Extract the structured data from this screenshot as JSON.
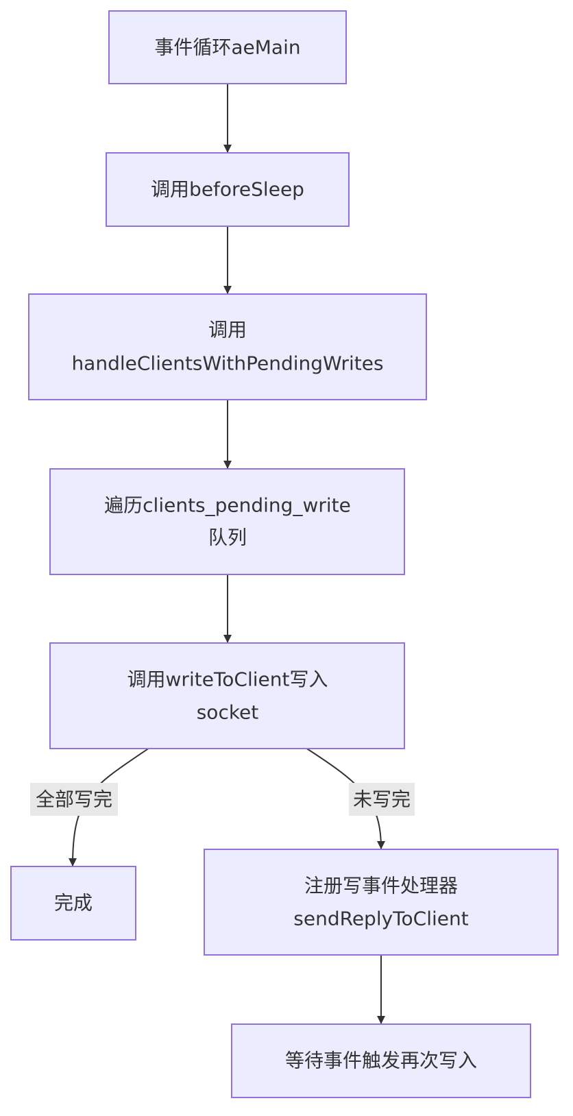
{
  "nodes": {
    "event_loop": {
      "line1": "事件循环aeMain"
    },
    "before_sleep": {
      "line1": "调用beforeSleep"
    },
    "handle_pending": {
      "line1": "调用",
      "line2": "handleClientsWithPendingWrites"
    },
    "iterate_queue": {
      "line1": "遍历clients_pending_write",
      "line2": "队列"
    },
    "write_to_client": {
      "line1": "调用writeToClient写入",
      "line2": "socket"
    },
    "done": {
      "line1": "完成"
    },
    "register_handler": {
      "line1": "注册写事件处理器",
      "line2": "sendReplyToClient"
    },
    "wait_event": {
      "line1": "等待事件触发再次写入"
    }
  },
  "edges": {
    "all_written": {
      "label": "全部写完"
    },
    "not_finished": {
      "label": "未写完"
    }
  },
  "colors": {
    "node_fill": "#ECECFF",
    "node_stroke": "#9370DB",
    "edge": "#333333",
    "label_bg": "#e8e8e8",
    "text": "#333333"
  }
}
